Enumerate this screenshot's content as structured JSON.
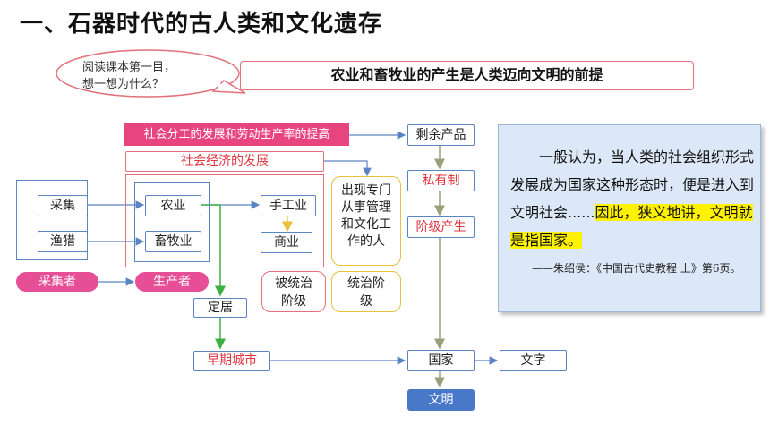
{
  "title": "一、石器时代的古人类和文化遗存",
  "thought": {
    "line1": "阅读课本第一目，",
    "line2": "想一想为什么？"
  },
  "headline": "农业和畜牧业的产生是人类迈向文明的前提",
  "diagram": {
    "division": "社会分工的发展和劳动生产率的提高",
    "economy": "社会经济的发展",
    "gathering": "采集",
    "fishing_hunting": "渔猎",
    "agriculture": "农业",
    "husbandry": "畜牧业",
    "handicraft": "手工业",
    "commerce": "商业",
    "specialists": "出现专门从事管理和文化工作的人",
    "ruled": "被统治阶级",
    "ruling": "统治阶级",
    "gatherers": "采集者",
    "producers": "生产者",
    "settlement": "定居",
    "early_city": "早期城市",
    "surplus": "剩余产品",
    "private_property": "私有制",
    "class_emergence": "阶级产生",
    "state": "国家",
    "writing": "文字",
    "civilization": "文明"
  },
  "quote": {
    "text_main": "一般认为，当人类的社会组织形式发展成为国家这种形态时，便是进入到文明社会......",
    "text_highlight": "因此，狭义地讲，文明就是指国家。",
    "source": "——朱绍侯：《中国古代史教程 上》第6页。"
  },
  "colors": {
    "blue_border": "#5b84c4",
    "red_text": "#e0353f",
    "pink_fill": "#e8457e",
    "pill_fill": "#e64e96",
    "yellow_border": "#e8c23a",
    "quote_bg": "#dce8f7",
    "highlight": "#fff200",
    "green_arrow": "#3cb043"
  }
}
